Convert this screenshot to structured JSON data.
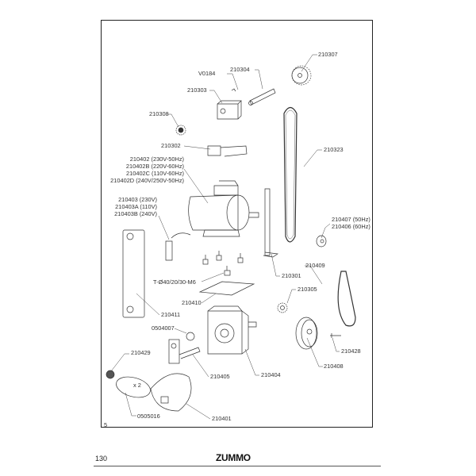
{
  "figure": {
    "number": "5",
    "multiplier_note": "x 2",
    "parts": [
      {
        "ref": "210307"
      },
      {
        "ref": "V0184"
      },
      {
        "ref": "210304"
      },
      {
        "ref": "210303"
      },
      {
        "ref": "210308"
      },
      {
        "ref": "210302"
      },
      {
        "ref": "210323"
      },
      {
        "ref": "210402",
        "lines": [
          "210402 (230V-50Hz)",
          "210402B (220V-60Hz)",
          "210402C (110V-60Hz)",
          "210402D (240V/250V-50Hz)"
        ]
      },
      {
        "ref": "210403",
        "lines": [
          "210403 (230V)",
          "210403A (110V)",
          "210403B (240V)"
        ]
      },
      {
        "ref": "210407",
        "lines": [
          "210407 (50Hz)",
          "210406 (60Hz)"
        ]
      },
      {
        "ref": "210409"
      },
      {
        "ref": "210301"
      },
      {
        "ref": "T-Ø40/20/30-M6"
      },
      {
        "ref": "210305"
      },
      {
        "ref": "210410"
      },
      {
        "ref": "210411"
      },
      {
        "ref": "0504007"
      },
      {
        "ref": "210429"
      },
      {
        "ref": "210428"
      },
      {
        "ref": "210408"
      },
      {
        "ref": "210405"
      },
      {
        "ref": "210404"
      },
      {
        "ref": "0505016"
      },
      {
        "ref": "210401"
      }
    ]
  },
  "footer": {
    "page_number": "130",
    "brand": "ZUMMO"
  }
}
